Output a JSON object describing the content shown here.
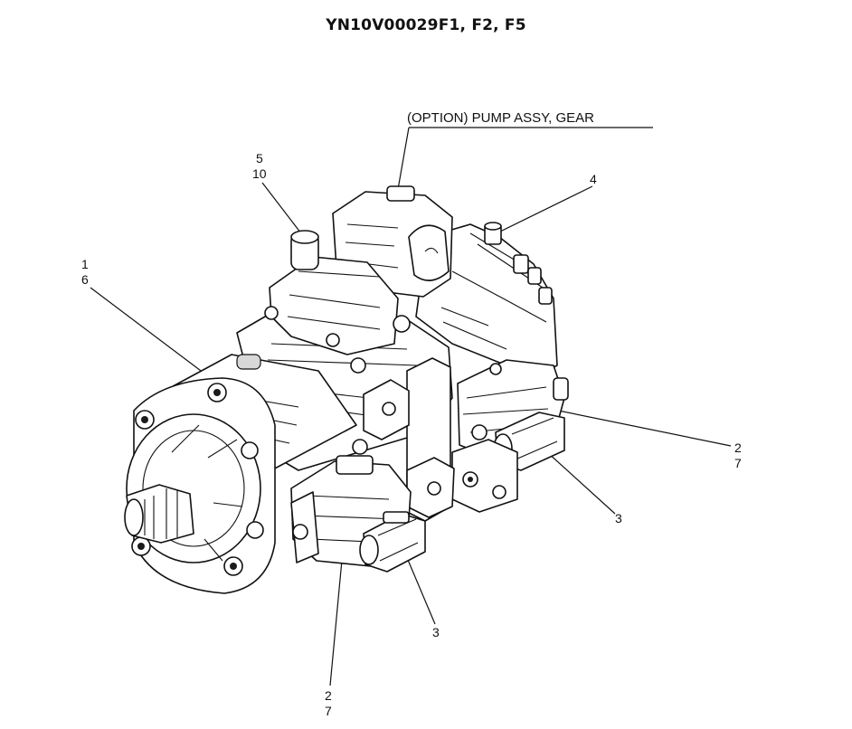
{
  "title": "YN10V00029F1, F2, F5",
  "option_label": "(OPTION) PUMP ASSY, GEAR",
  "callouts": {
    "c5": "5",
    "c10": "10",
    "c4": "4",
    "c1": "1",
    "c6": "6",
    "c2a": "2",
    "c7a": "7",
    "c3a": "3",
    "c3b": "3",
    "c2b": "2",
    "c7b": "7"
  }
}
